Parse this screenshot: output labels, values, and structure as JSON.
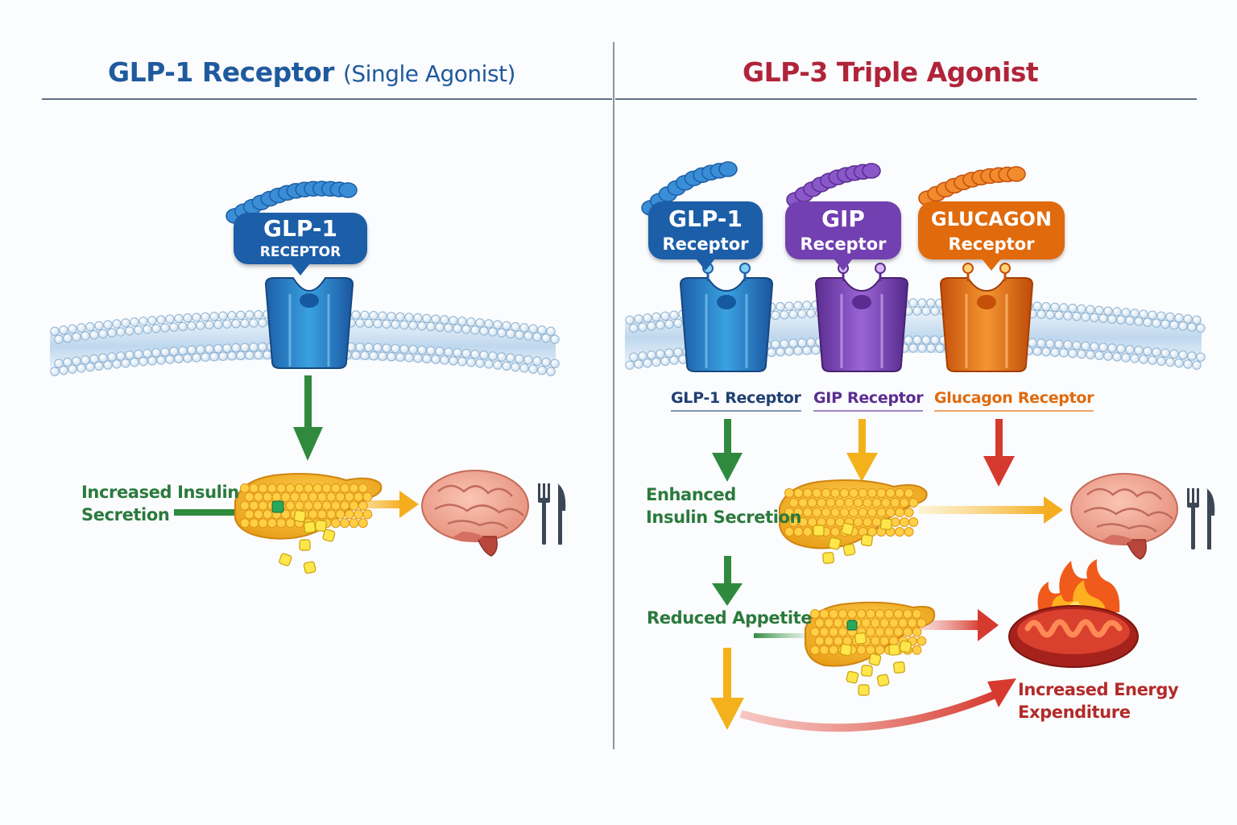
{
  "left_panel": {
    "title_main": "GLP-1 Receptor",
    "title_sub": "(Single Agonist)",
    "receptor_bubble": {
      "line1": "GLP-1",
      "line2": "RECEPTOR"
    },
    "effect_label": {
      "line1": "Increased Insulin",
      "line2": "Secretion"
    }
  },
  "right_panel": {
    "title": "GLP-3 Triple Agonist",
    "receptor_bubbles": [
      {
        "line1": "GLP-1",
        "line2": "Receptor"
      },
      {
        "line1": "GIP",
        "line2": "Receptor"
      },
      {
        "line1": "GLUCAGON",
        "line2": "Receptor"
      }
    ],
    "receptor_labels": [
      "GLP-1 Receptor",
      "GIP Receptor",
      "Glucagon Receptor"
    ],
    "effects": {
      "insulin": {
        "line1": "Enhanced",
        "line2": "Insulin Secretion"
      },
      "appetite": "Reduced Appetite",
      "energy": {
        "line1": "Increased Energy",
        "line2": "Expenditure"
      }
    }
  },
  "colors": {
    "glp1": "#1c5ea8",
    "gip": "#7240b0",
    "glucagon": "#e06a0c",
    "green_arrow": "#2f8a3e",
    "yellow_arrow": "#f3b21b",
    "red_arrow": "#d63a2f"
  },
  "icons": [
    "peptide-chain-icon",
    "receptor-icon",
    "cell-membrane-icon",
    "pancreas-icon",
    "insulin-granule-icon",
    "brain-icon",
    "fork-knife-icon",
    "mitochondrion-icon",
    "flame-icon"
  ]
}
